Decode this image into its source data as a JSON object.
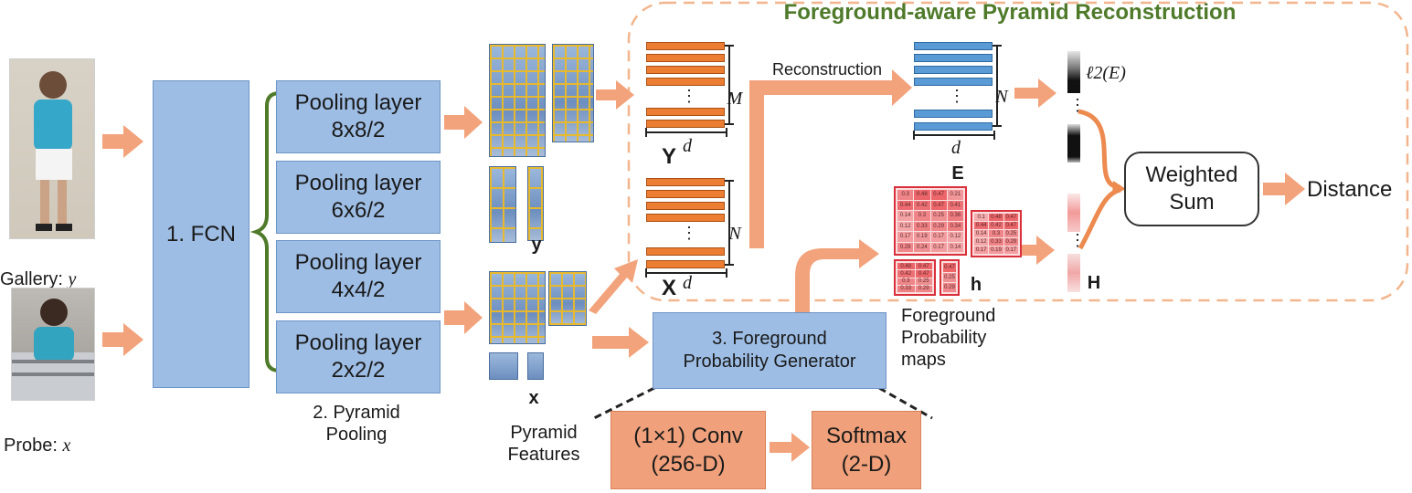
{
  "title": "Foreground-aware Pyramid Reconstruction",
  "inputs": {
    "gallery_label": "Gallery: ",
    "gallery_var": "y",
    "probe_label": "Probe: ",
    "probe_var": "x"
  },
  "fcn": {
    "label": "1. FCN"
  },
  "pooling_layers": [
    {
      "label": "Pooling layer\n8x8/2"
    },
    {
      "label": "Pooling layer\n6x6/2"
    },
    {
      "label": "Pooling layer\n4x4/2"
    },
    {
      "label": "Pooling layer\n2x2/2"
    }
  ],
  "pyramid_pooling_caption": "2. Pyramid\nPooling",
  "pyramid_features": {
    "gallery_symbol": "y",
    "probe_symbol": "x",
    "caption": "Pyramid\nFeatures"
  },
  "matrices": {
    "Y": {
      "name": "Y",
      "width": "d",
      "height": "M"
    },
    "X": {
      "name": "X",
      "width": "d",
      "height": "N"
    },
    "E": {
      "name": "E",
      "width": "d",
      "height": "N"
    }
  },
  "reconstruction_label": "Reconstruction",
  "norm_label": "ℓ2(E)",
  "weights_symbol": "H",
  "weighted_sum": {
    "label": "Weighted\nSum"
  },
  "output_label": "Distance",
  "fpg": {
    "label": "3. Foreground\nProbability Generator"
  },
  "fpg_detail": {
    "conv_label": "(1×1) Conv\n(256-D)",
    "softmax_label": "Softmax\n(2-D)"
  },
  "foreground": {
    "symbol": "h",
    "caption": "Foreground\nProbability\nmaps"
  },
  "heatmaps": [
    {
      "cols": 4,
      "values": [
        "0.3",
        "0.48",
        "0.47",
        "0.21",
        "0.44",
        "0.42",
        "0.47",
        "0.41",
        "0.14",
        "0.3",
        "0.25",
        "0.36",
        "0.12",
        "0.33",
        "0.29",
        "0.34",
        "0.17",
        "0.19",
        "0.17",
        "0.12",
        "0.29",
        "0.24",
        "0.17",
        "0.14"
      ]
    },
    {
      "cols": 3,
      "values": [
        "0.1",
        "0.48",
        "0.47",
        "0.44",
        "0.42",
        "0.47",
        "0.14",
        "0.3",
        "0.25",
        "0.12",
        "0.33",
        "0.29",
        "0.17",
        "0.19",
        "0.17"
      ]
    },
    {
      "cols": 2,
      "values": [
        "0.48",
        "0.47",
        "0.42",
        "0.47",
        "0.3",
        "0.25",
        "0.33",
        "0.29"
      ]
    },
    {
      "cols": 1,
      "values": [
        "0.47",
        "0.25",
        "0.29"
      ]
    }
  ],
  "colors": {
    "blue_box": "#9dbde4",
    "salmon_box": "#f0a17b",
    "orange_bar": "#ec7e34",
    "blue_bar": "#5b9bd5",
    "arrow": "#f2a37b",
    "title_green": "#4e7a2a",
    "brace_green": "#4e7a2a"
  }
}
